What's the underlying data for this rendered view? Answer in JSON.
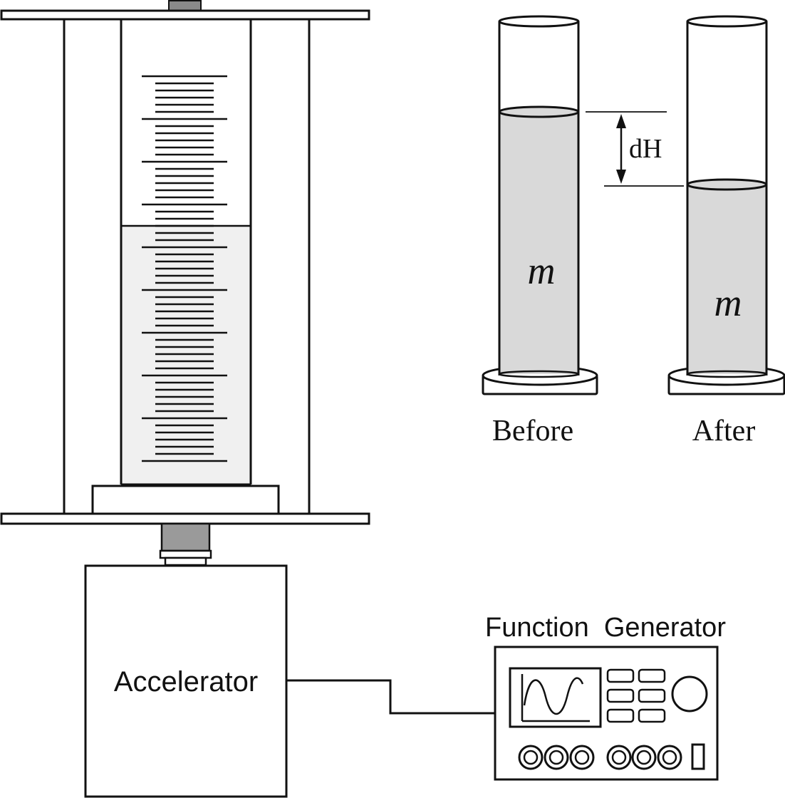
{
  "labels": {
    "before": "Before",
    "after": "After",
    "height_change": "dH",
    "mass_before": "m",
    "mass_after": "m",
    "function_generator": "Function  Generator",
    "accelerator": "Accelerator"
  },
  "colors": {
    "stroke": "#111111",
    "liquid": "#d9d9d9",
    "liquid_light": "#f0f0f0",
    "post": "#8a8a8a",
    "background": "#ffffff"
  },
  "icons": {
    "sine_wave": "sine-wave-icon"
  }
}
